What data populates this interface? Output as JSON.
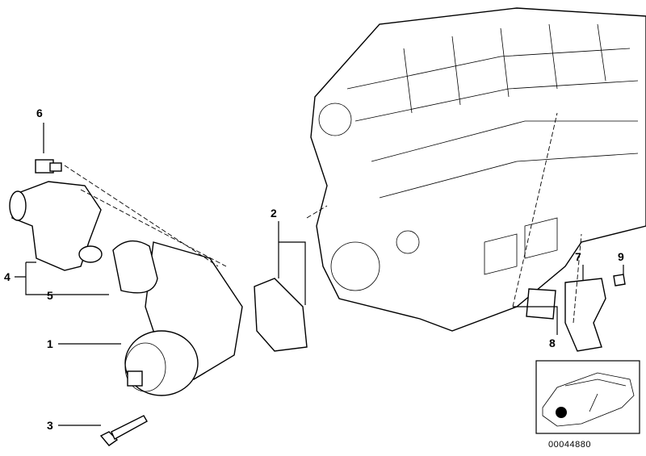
{
  "callouts": [
    "1",
    "2",
    "3",
    "4",
    "5",
    "6",
    "7",
    "8",
    "9"
  ],
  "diagram_number": "00044880",
  "inset": {
    "icon": "car-location-icon"
  }
}
